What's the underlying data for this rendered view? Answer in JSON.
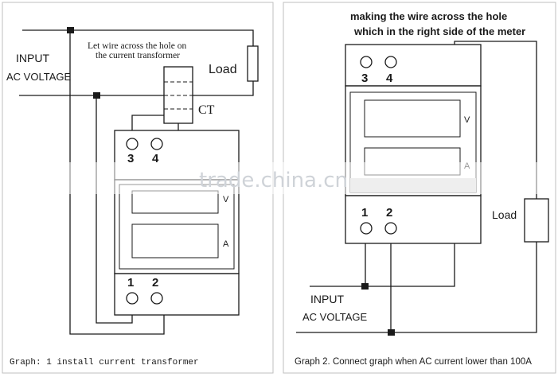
{
  "panel1": {
    "input_label": "INPUT",
    "ac_label": "AC VOLTAGE",
    "note_line1": "Let wire across the hole on",
    "note_line2": "the current transformer",
    "load_label": "Load",
    "ct_label": "CT",
    "terminal_3": "3",
    "terminal_4": "4",
    "terminal_1": "1",
    "terminal_2": "2",
    "unit_v": "V",
    "unit_a": "A",
    "caption": "Graph: 1 install current transformer"
  },
  "panel2": {
    "note_line1": "making the wire across the hole",
    "note_line2": "which in the right side of the meter",
    "load_label": "Load",
    "input_label": "INPUT",
    "ac_label": "AC VOLTAGE",
    "terminal_3": "3",
    "terminal_4": "4",
    "terminal_1": "1",
    "terminal_2": "2",
    "unit_v": "V",
    "unit_a": "A",
    "caption": "Graph 2. Connect graph when AC current lower than 100A"
  },
  "watermark": "trade.china.cn",
  "colors": {
    "line": "#1a1a1a",
    "meter_fill": "#ffffff",
    "meter_shade": "#d9d9d9",
    "border": "#bfbfbf"
  }
}
